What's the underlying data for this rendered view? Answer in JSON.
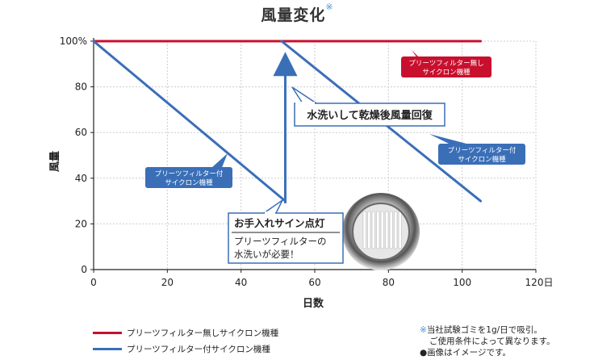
{
  "title": "風量変化",
  "title_mark": "※",
  "notes": {
    "star": "※",
    "line1": "当社試験ゴミを1g/日で吸引。",
    "line2": "ご使用条件によって異なります。",
    "line3": "●画像はイメージです。"
  },
  "colors": {
    "red": "#c8102e",
    "blue": "#3a6fb8",
    "axis": "#222222",
    "grid": "#cccccc"
  },
  "callouts": {
    "sign": "お手入れサイン点灯",
    "need_line1": "プリーツフィルターの",
    "need_line2": "水洗いが必要！",
    "recover": "水洗いして乾燥後風量回復",
    "red_label_line1": "プリーツフィルター無し",
    "red_label_line2": "サイクロン機種",
    "blue_label_line1": "プリーツフィルター付",
    "blue_label_line2": "サイクロン機種"
  },
  "image_icon": "pleated-filter-photo",
  "chart_data": {
    "type": "line",
    "xlabel": "日数",
    "ylabel": "風量",
    "xlim": [
      0,
      120
    ],
    "ylim": [
      0,
      100
    ],
    "x_ticks": [
      "0",
      "20",
      "40",
      "60",
      "80",
      "100",
      "120日"
    ],
    "y_ticks": [
      "0",
      "20",
      "40",
      "60",
      "80",
      "100%"
    ],
    "grid": true,
    "legend_position": "bottom-left",
    "series": [
      {
        "name": "プリーツフィルター無しサイクロン機種",
        "color": "#c8102e",
        "points": [
          [
            0,
            100
          ],
          [
            105,
            100
          ]
        ]
      },
      {
        "name": "プリーツフィルター付サイクロン機種",
        "color": "#3a6fb8",
        "points": [
          [
            0,
            100
          ],
          [
            52,
            30
          ]
        ]
      },
      {
        "name": "プリーツフィルター付サイクロン機種",
        "color": "#3a6fb8",
        "points": [
          [
            51,
            100
          ],
          [
            105,
            30
          ]
        ]
      }
    ],
    "annotations": [
      {
        "type": "arrow",
        "from": [
          52,
          29
        ],
        "to": [
          52,
          90
        ]
      }
    ]
  }
}
